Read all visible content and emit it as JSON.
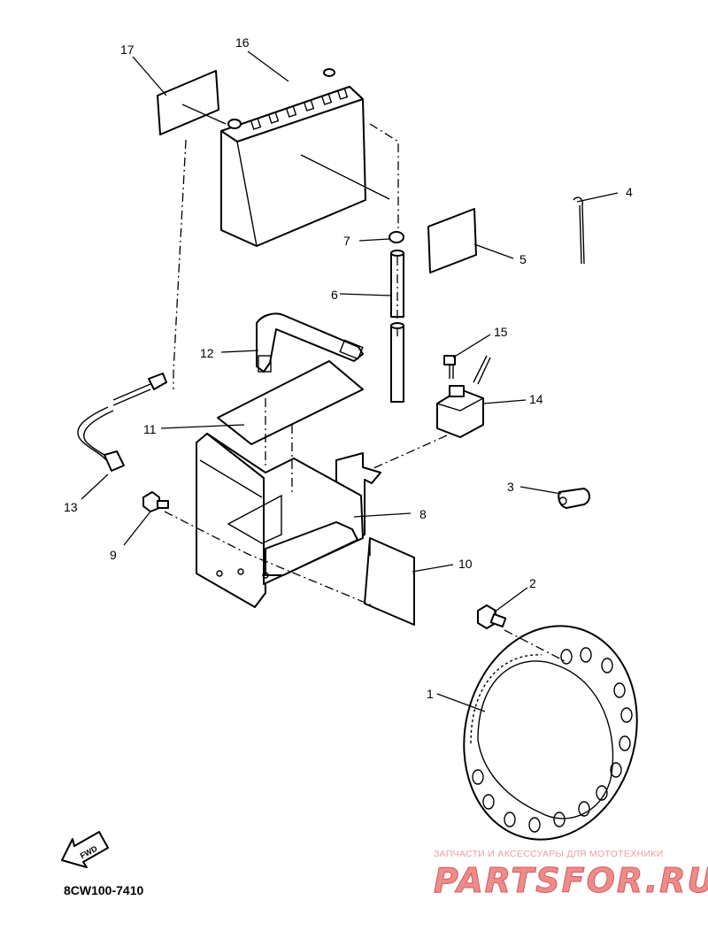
{
  "diagram": {
    "code": "8CW100-7410",
    "fwd_label": "FWD",
    "callouts": {
      "c1": "1",
      "c2": "2",
      "c3": "3",
      "c4": "4",
      "c5": "5",
      "c6": "6",
      "c7": "7",
      "c8": "8",
      "c9": "9",
      "c10": "10",
      "c11": "11",
      "c12": "12",
      "c13": "13",
      "c14": "14",
      "c15": "15",
      "c16": "16",
      "c17": "17"
    }
  },
  "watermark": {
    "tagline": "ЗАПЧАСТИ И АКСЕССУАРЫ ДЛЯ МОТОТЕХНИКИ",
    "brand": "PARTSFOR.RU",
    "color": "#e88a8a"
  }
}
